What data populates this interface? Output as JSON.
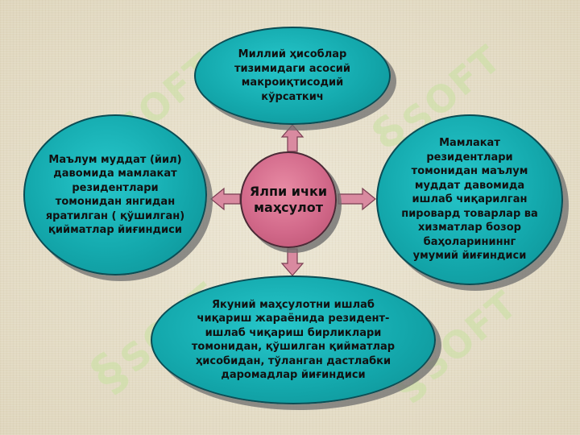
{
  "watermark": "SOFT",
  "watermark_symbol": "§",
  "colors": {
    "ellipse_fill": "#14a9ad",
    "center_fill": "#d2698a",
    "arrow_fill": "#d98aa0"
  },
  "center": {
    "label": "Ялпи ички\nмаҳсулот"
  },
  "nodes": {
    "top": "Миллий ҳисоблар\nтизимидаги асосий\nмакроиқтисодий\nкўрсаткич",
    "left": "Маълум муддат (йил)\nдавомида мамлакат\nрезидентлари\nтомонидан янгидан\nяратилган ( қўшилган)\nқийматлар йиғиндиси",
    "right": "Мамлакат\nрезидентлари\nтомонидан маълум\nмуддат давомида\nишлаб чиқарилган\nпировард товарлар ва\nхизматлар бозор\nбаҳоларининнг\nумумий йиғиндиси",
    "bottom": "Якуний маҳсулотни ишлаб\nчиқариш жараёнида резидент-\nишлаб чиқариш бирликлари\nтомонидан, қўшилган қийматлар\nҳисобидан, тўланган  дастлабки\nдаромадлар йиғиндиси"
  }
}
